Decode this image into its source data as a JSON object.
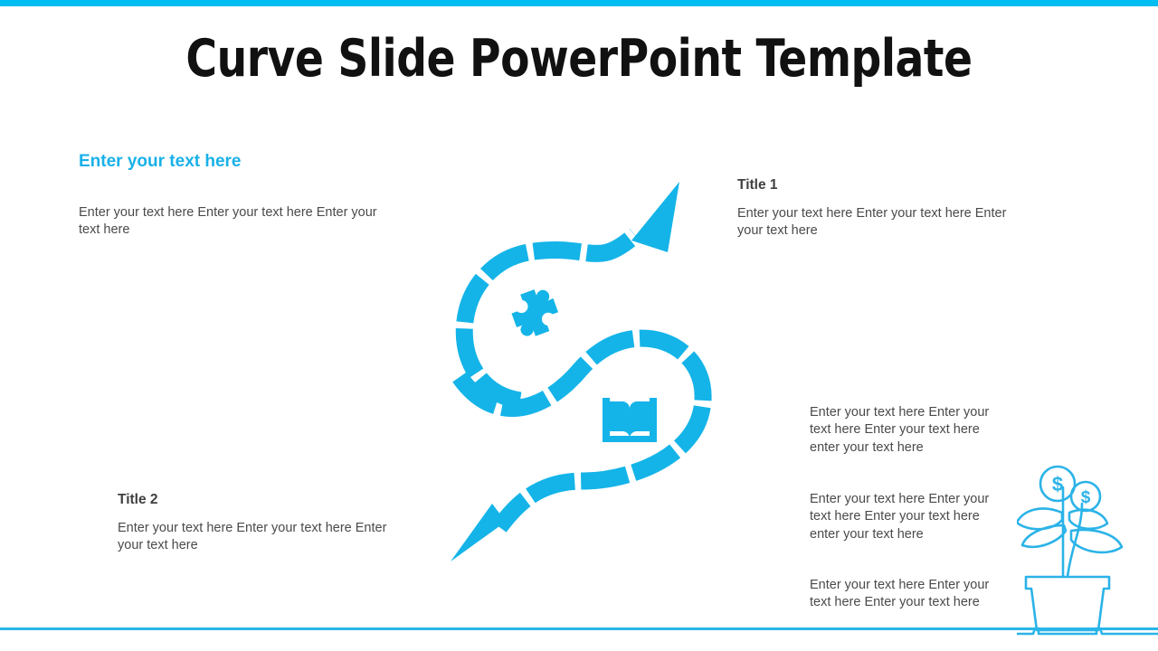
{
  "theme": {
    "accent": "#00BDF2",
    "accent_soft": "#29B6EA",
    "heading_blue": "#18B1E8",
    "text_dark": "#3F3F3F",
    "body_gray": "#4A4A4A",
    "background": "#FFFFFF"
  },
  "title": "Curve Slide PowerPoint Template",
  "blocks": {
    "left_intro": {
      "heading": "Enter your text here",
      "body": "Enter your text here Enter your text here Enter your text here"
    },
    "title1": {
      "heading": "Title 1",
      "body": "Enter your text here Enter your text here Enter your text here"
    },
    "title2": {
      "heading": "Title 2",
      "body": "Enter your text here Enter your text here Enter your text here"
    },
    "right_1": {
      "body": "Enter your text here Enter your text here Enter your text here enter your text here"
    },
    "right_2": {
      "body": "Enter your text here Enter your text here Enter your text here enter your text here"
    },
    "right_3": {
      "body": "Enter your text here Enter your text here Enter your text here"
    }
  },
  "graphics": {
    "curve": {
      "name": "dashed-s-curve-arrow",
      "color": "#14B4E8",
      "arrow_top": "up-right",
      "arrow_bottom": "down-left"
    },
    "icons": [
      {
        "name": "puzzle-piece-icon",
        "color": "#14B4E8"
      },
      {
        "name": "open-book-icon",
        "color": "#14B4E8"
      }
    ],
    "plant": {
      "name": "money-plant-icon",
      "color": "#2BB3E8",
      "coin_symbol": "$",
      "coin_count": 2
    }
  }
}
